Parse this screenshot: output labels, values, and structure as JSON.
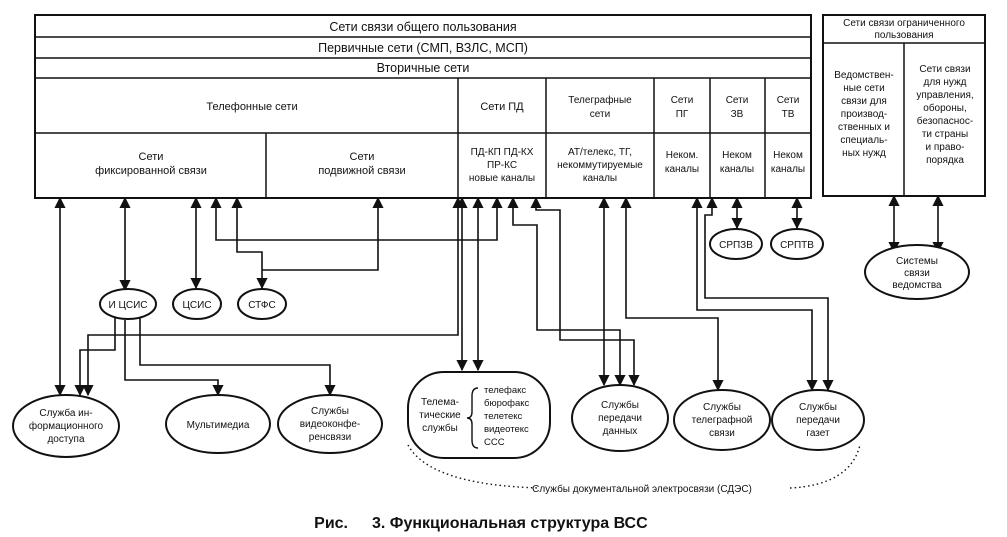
{
  "public_networks": {
    "title": "Сети связи общего пользования",
    "primary": "Первичные сети (СМП, ВЗЛС, МСП)",
    "secondary": "Вторичные сети",
    "telephone": "Телефонные сети",
    "fixed": [
      "Сети",
      "фиксированной связи"
    ],
    "mobile": [
      "Сети",
      "подвижной связи"
    ],
    "pd": "Сети ПД",
    "pd_channels": [
      "ПД-КП ПД-КХ",
      "ПР-КС",
      "новые каналы"
    ],
    "telegraph": [
      "Телеграфные",
      "сети"
    ],
    "telegraph_channels": [
      "АТ/телекс, ТГ,",
      "некоммутируемые",
      "каналы"
    ],
    "pg": [
      "Сети",
      "ПГ"
    ],
    "pg_channels": [
      "Неком.",
      "каналы"
    ],
    "zv": [
      "Сети",
      "ЗВ"
    ],
    "zv_channels": [
      "Неком",
      "каналы"
    ],
    "tv": [
      "Сети",
      "ТВ"
    ],
    "tv_channels": [
      "Неком",
      "каналы"
    ]
  },
  "restricted_networks": {
    "title": [
      "Сети связи ограниченного",
      "пользования"
    ],
    "departmental": [
      "Ведомствен-",
      "ные сети",
      "связи для",
      "производ-",
      "ственных и",
      "специаль-",
      "ных нужд"
    ],
    "government": [
      "Сети связи",
      "для нужд",
      "управления,",
      "обороны,",
      "безопаснос-",
      "ти страны",
      "и право-",
      "порядка"
    ]
  },
  "nodes": {
    "icsis": "И ЦСИС",
    "tsis": "ЦСИС",
    "stfs": "СТФС",
    "srpzv": "СРПЗВ",
    "srptv": "СРПТВ",
    "dept_systems": [
      "Системы",
      "связи",
      "ведомства"
    ]
  },
  "services": {
    "info_access": [
      "Служба ин-",
      "формационного",
      "доступа"
    ],
    "multimedia": "Мультимедиа",
    "videoconf": [
      "Службы",
      "видеоконфе-",
      "ренсвязи"
    ],
    "telematic": [
      "Телема-",
      "тические",
      "службы"
    ],
    "telematic_list": [
      "телефакс",
      "бюрофакс",
      "телетекс",
      "видеотекс",
      "ССС"
    ],
    "data": [
      "Службы",
      "передачи",
      "данных"
    ],
    "telegraph": [
      "Службы",
      "телеграфной",
      "связи"
    ],
    "newspaper": [
      "Службы",
      "передачи",
      "газет"
    ],
    "sdes": "Службы документальной электросвязи (СДЭС)"
  },
  "caption": {
    "label": "Рис.",
    "text": "3. Функциональная структура ВСС"
  }
}
